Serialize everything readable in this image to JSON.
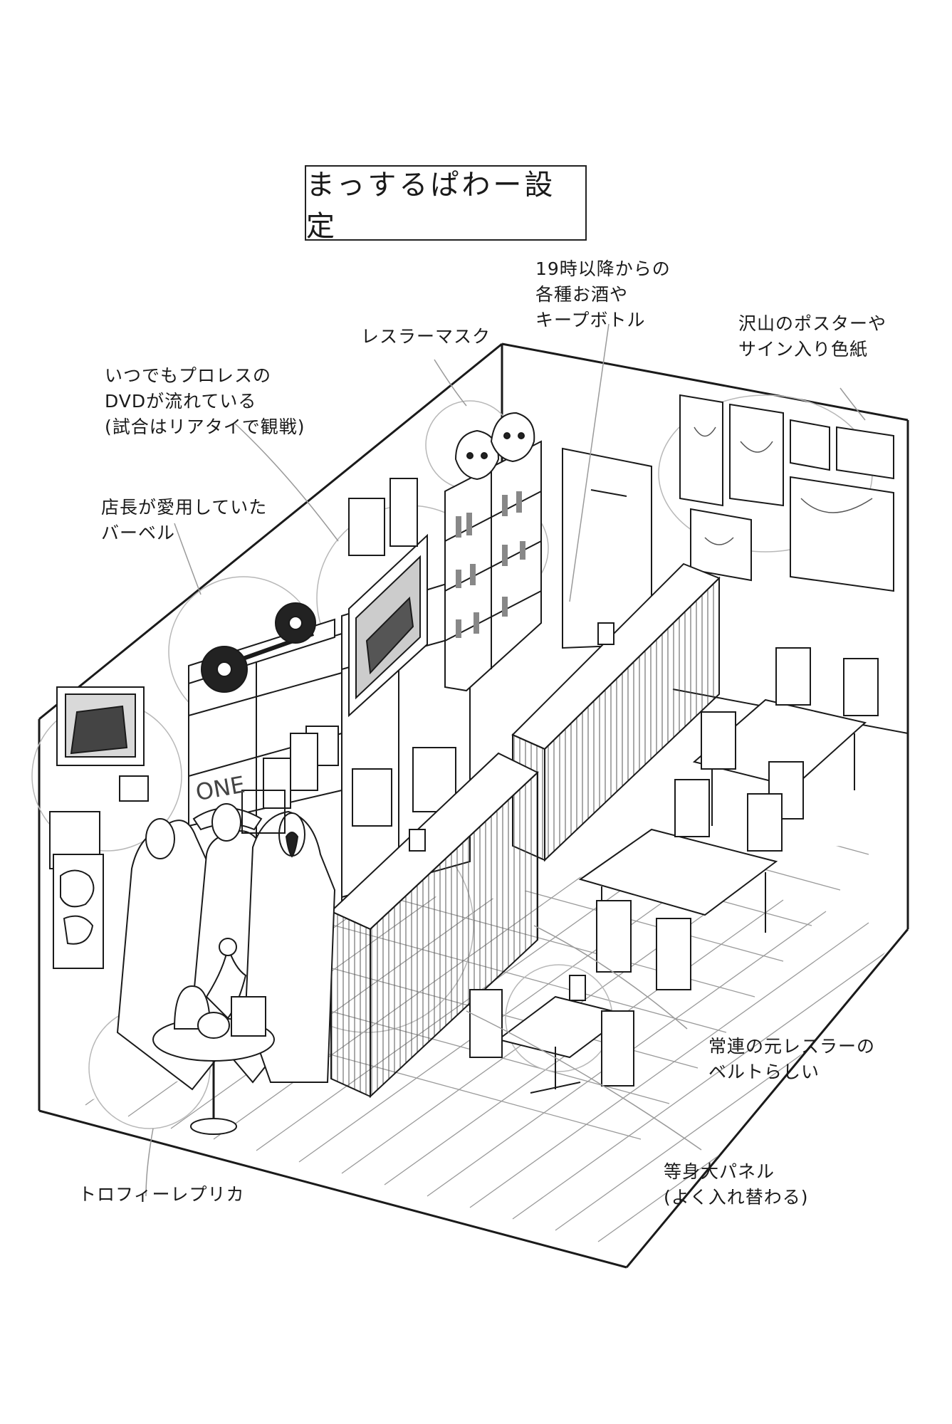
{
  "title": "まっするぱわー設定",
  "annotations": {
    "liquor": [
      "19時以降からの",
      "各種お酒や",
      "キープボトル"
    ],
    "mask": [
      "レスラーマスク"
    ],
    "posters": [
      "沢山のポスターや",
      "サイン入り色紙"
    ],
    "dvd": [
      "いつでもプロレスの",
      "DVDが流れている",
      "(試合はリアタイで観戦)"
    ],
    "barbell": [
      "店長が愛用していた",
      "バーベル"
    ],
    "belt": [
      "常連の元レスラーの",
      "ベルトらしい"
    ],
    "panel": [
      "等身大パネル",
      "(よく入れ替わる)"
    ],
    "trophy": [
      "トロフィーレプリカ"
    ]
  },
  "poster_text": "ONE",
  "colors": {
    "ink": "#1a1a1a",
    "circle": "#b8b8b8",
    "tile": "#9a9a9a",
    "paper": "#ffffff"
  }
}
